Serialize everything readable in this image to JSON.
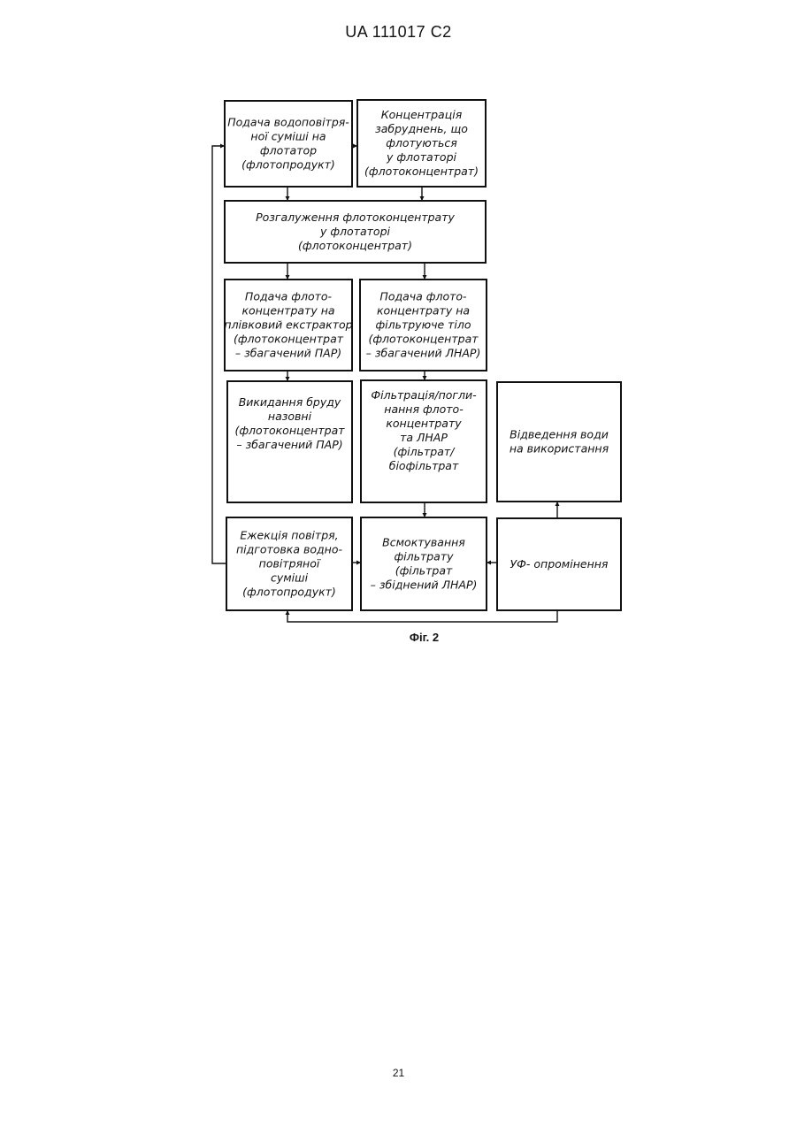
{
  "header": {
    "doc_id": "UA   111017   C2"
  },
  "diagram": {
    "nodes": {
      "n1": [
        "Подача водоповітря-",
        "ної суміші на",
        "флотатор",
        "(флотопродукт)"
      ],
      "n2": [
        "Концентрація",
        "забруднень, що",
        "флотуються",
        "у флотаторі",
        "(флотоконцентрат)"
      ],
      "n3": [
        "Розгалуження флотоконцентрату",
        "у флотаторі",
        "(флотоконцентрат)"
      ],
      "n4": [
        "Подача флото-",
        "концентрату на",
        "плівковий екстрактор",
        "(флотоконцентрат",
        "– збагачений ПАР)"
      ],
      "n5": [
        "Подача флото-",
        "концентрату на",
        "фільтруюче тіло",
        "(флотоконцентрат",
        "– збагачений ЛНАР)"
      ],
      "n6": [
        "Викидання бруду",
        "назовні",
        "(флотоконцентрат",
        "– збагачений ПАР)"
      ],
      "n7": [
        "Фільтрація/погли-",
        "нання флото-",
        "концентрату",
        "та ЛНАР",
        "(фільтрат/",
        "біофільтрат"
      ],
      "n8": [
        "Відведення води",
        "на використання"
      ],
      "n9": [
        "Ежекція повітря,",
        "підготовка водно-",
        "повітряної",
        "суміші",
        "(флотопродукт)"
      ],
      "n10": [
        "Всмоктування",
        "фільтрату",
        "(фільтрат",
        "– збіднений ЛНАР)"
      ],
      "n11": [
        "УФ- опромінення"
      ]
    }
  },
  "caption": "Фіг. 2",
  "page_number": "21"
}
